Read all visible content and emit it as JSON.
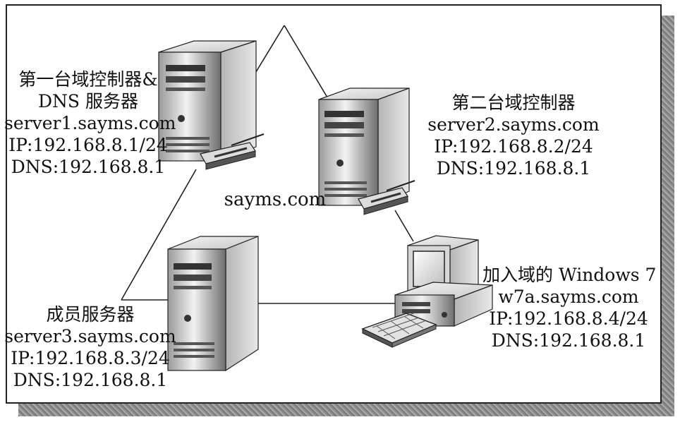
{
  "domain_label": "sayms.com",
  "server1": {
    "role": "第一台域控制器&",
    "role2": "DNS 服务器",
    "hostname": "server1.sayms.com",
    "ip": "IP:192.168.8.1/24",
    "dns": "DNS:192.168.8.1"
  },
  "server2": {
    "role": "第二台域控制器",
    "hostname": "server2.sayms.com",
    "ip": "IP:192.168.8.2/24",
    "dns": "DNS:192.168.8.1"
  },
  "server3": {
    "role": "成员服务器",
    "hostname": "server3.sayms.com",
    "ip": "IP:192.168.8.3/24",
    "dns": "DNS:192.168.8.1"
  },
  "client": {
    "role": "加入域的 Windows 7",
    "hostname": "w7a.sayms.com",
    "ip": "IP:192.168.8.4/24",
    "dns": "DNS:192.168.8.1"
  }
}
